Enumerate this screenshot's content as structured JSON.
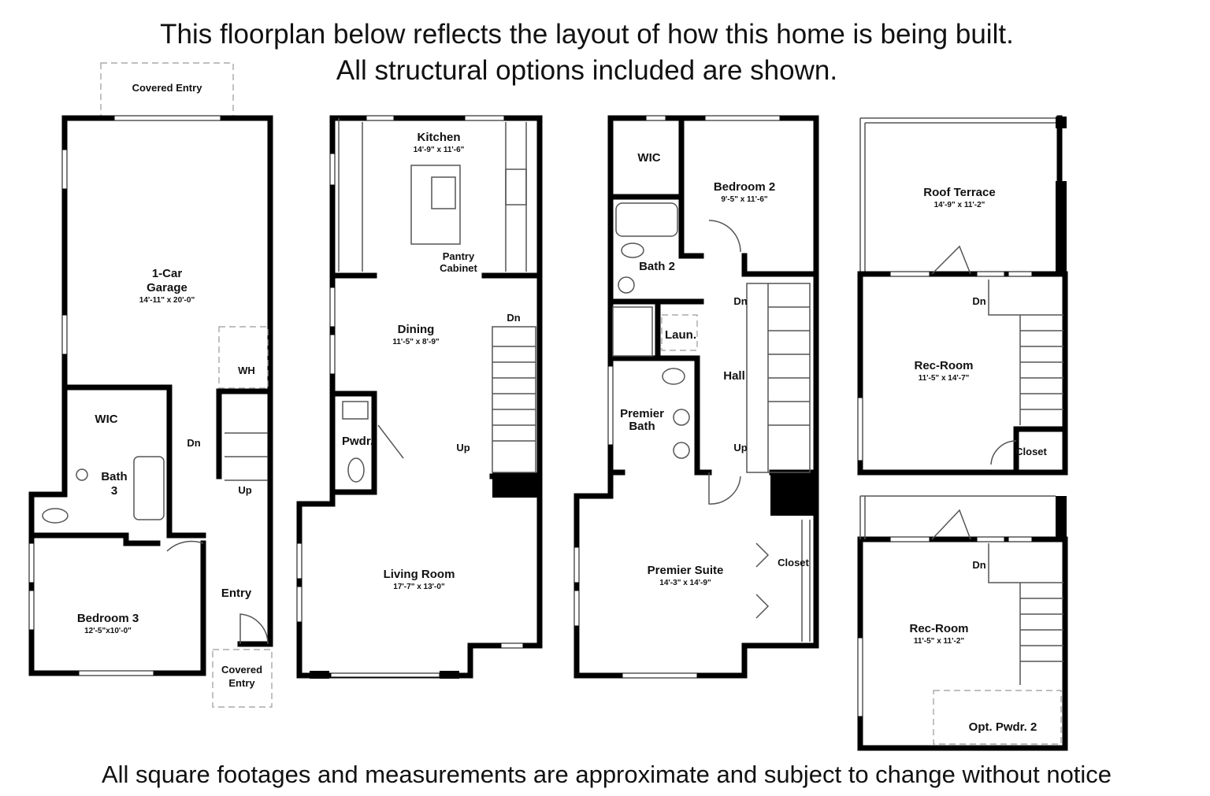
{
  "header": {
    "line1": "This floorplan below reflects the layout of how this home is being built.",
    "line2": "All structural options included are shown."
  },
  "footer": "All square footages and measurements are approximate and subject to change without notice",
  "floor1": {
    "covered_entry_top": "Covered Entry",
    "garage": {
      "name1": "1-Car",
      "name2": "Garage",
      "dims": "14'-11\" x 20'-0\""
    },
    "wh": "WH",
    "wic": "WIC",
    "bath3_1": "Bath",
    "bath3_2": "3",
    "dn": "Dn",
    "up": "Up",
    "entry": "Entry",
    "bedroom3": {
      "name": "Bedroom 3",
      "dims": "12'-5\"x10'-0\""
    },
    "covered_entry_1": "Covered",
    "covered_entry_2": "Entry"
  },
  "floor2": {
    "kitchen": {
      "name": "Kitchen",
      "dims": "14'-9\" x 11'-6\""
    },
    "pantry1": "Pantry",
    "pantry2": "Cabinet",
    "dining": {
      "name": "Dining",
      "dims": "11'-5\" x 8'-9\""
    },
    "dn": "Dn",
    "up": "Up",
    "pwdr": "Pwdr.",
    "living": {
      "name": "Living Room",
      "dims": "17'-7\" x 13'-0\""
    }
  },
  "floor3": {
    "wic": "WIC",
    "bedroom2": {
      "name": "Bedroom 2",
      "dims": "9'-5\" x 11'-6\""
    },
    "bath2": "Bath 2",
    "laun": "Laun.",
    "hall": "Hall",
    "dn": "Dn",
    "up": "Up",
    "premier_bath1": "Premier",
    "premier_bath2": "Bath",
    "suite": {
      "name": "Premier Suite",
      "dims": "14'-3\" x 14'-9\""
    },
    "closet": "Closet"
  },
  "floor4": {
    "terrace": {
      "name": "Roof Terrace",
      "dims": "14'-9\" x 11'-2\""
    },
    "rec1": {
      "name": "Rec-Room",
      "dims": "11'-5\" x 14'-7\""
    },
    "dn": "Dn",
    "closet": "Closet",
    "rec2": {
      "name": "Rec-Room",
      "dims": "11'-5\" x 11'-2\""
    },
    "opt_pwdr": "Opt. Pwdr. 2"
  }
}
